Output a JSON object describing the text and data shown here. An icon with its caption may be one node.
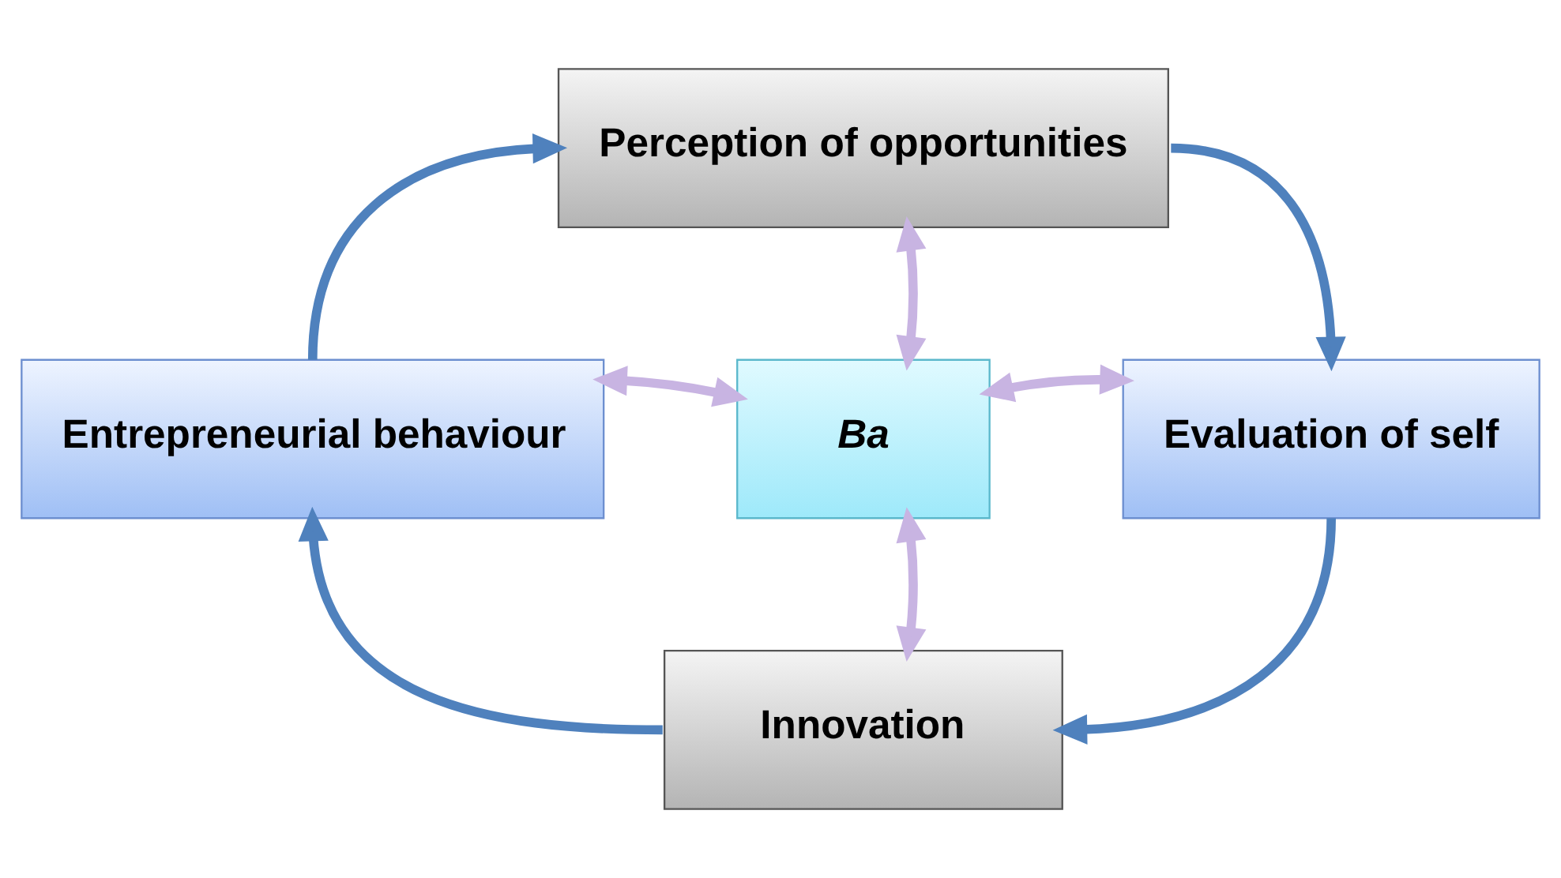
{
  "diagram": {
    "nodes": [
      {
        "text": [
          "Perception of opportunities"
        ]
      },
      {
        "text": [
          "Entrepreneurial behaviour"
        ]
      },
      {
        "text": [
          "Ba"
        ]
      },
      {
        "text": [
          "Evaluation of self"
        ]
      },
      {
        "text": [
          "Innovation"
        ]
      }
    ],
    "edges": [
      {
        "from": 0,
        "to": 3,
        "arrow": "to"
      },
      {
        "from": 3,
        "to": 4,
        "arrow": "to"
      },
      {
        "from": 4,
        "to": 1,
        "arrow": "to"
      },
      {
        "from": 1,
        "to": 0,
        "arrow": "to"
      },
      {
        "from": 2,
        "to": 0,
        "arrow": "both",
        "color": "#c8b4e2"
      },
      {
        "from": 2,
        "to": 1,
        "arrow": "both",
        "color": "#c8b4e2"
      },
      {
        "from": 2,
        "to": 3,
        "arrow": "both",
        "color": "#c8b4e2"
      },
      {
        "from": 2,
        "to": 4,
        "arrow": "both",
        "color": "#c8b4e2"
      }
    ]
  }
}
